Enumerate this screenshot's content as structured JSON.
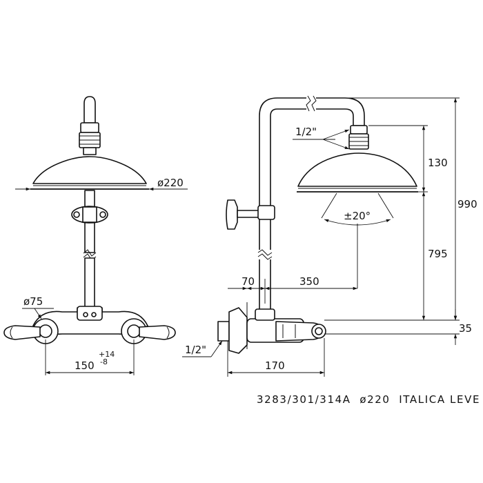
{
  "front_view": {
    "head_diameter": "ø220",
    "wall_flange_diameter": "ø75",
    "centres": "150",
    "centres_tol_upper": "+14",
    "centres_tol_lower": "-8"
  },
  "side_view": {
    "thread_top": "1/2\"",
    "thread_bottom": "1/2\"",
    "dim_head_height": "130",
    "dim_total_height": "990",
    "tilt_angle": "±20°",
    "dim_rod_height": "795",
    "dim_wall_to_rod": "70",
    "dim_rod_to_head": "350",
    "dim_mixer_height": "35",
    "dim_mixer_depth": "170"
  },
  "caption": "3283/301/314A  ø220  ITALICA LEVE"
}
